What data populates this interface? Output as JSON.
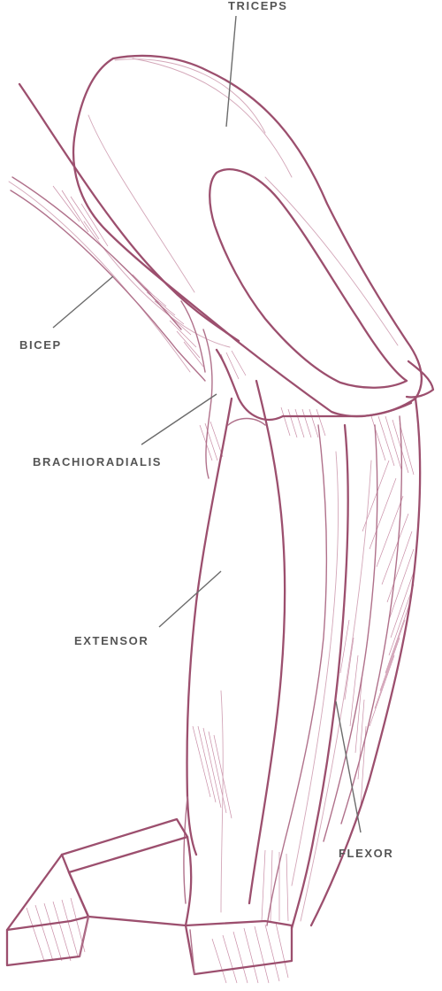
{
  "labels": {
    "triceps": "TRICEPS",
    "bicep": "BICEP",
    "brachioradialis": "BRACHIORADIALIS",
    "extensor": "EXTENSOR",
    "flexor": "FLEXOR"
  },
  "colors": {
    "pencil": "#9c4f6e",
    "pencil_light": "#d3a6b8",
    "label_text": "#555555",
    "leader_line": "#6b6b6b"
  }
}
